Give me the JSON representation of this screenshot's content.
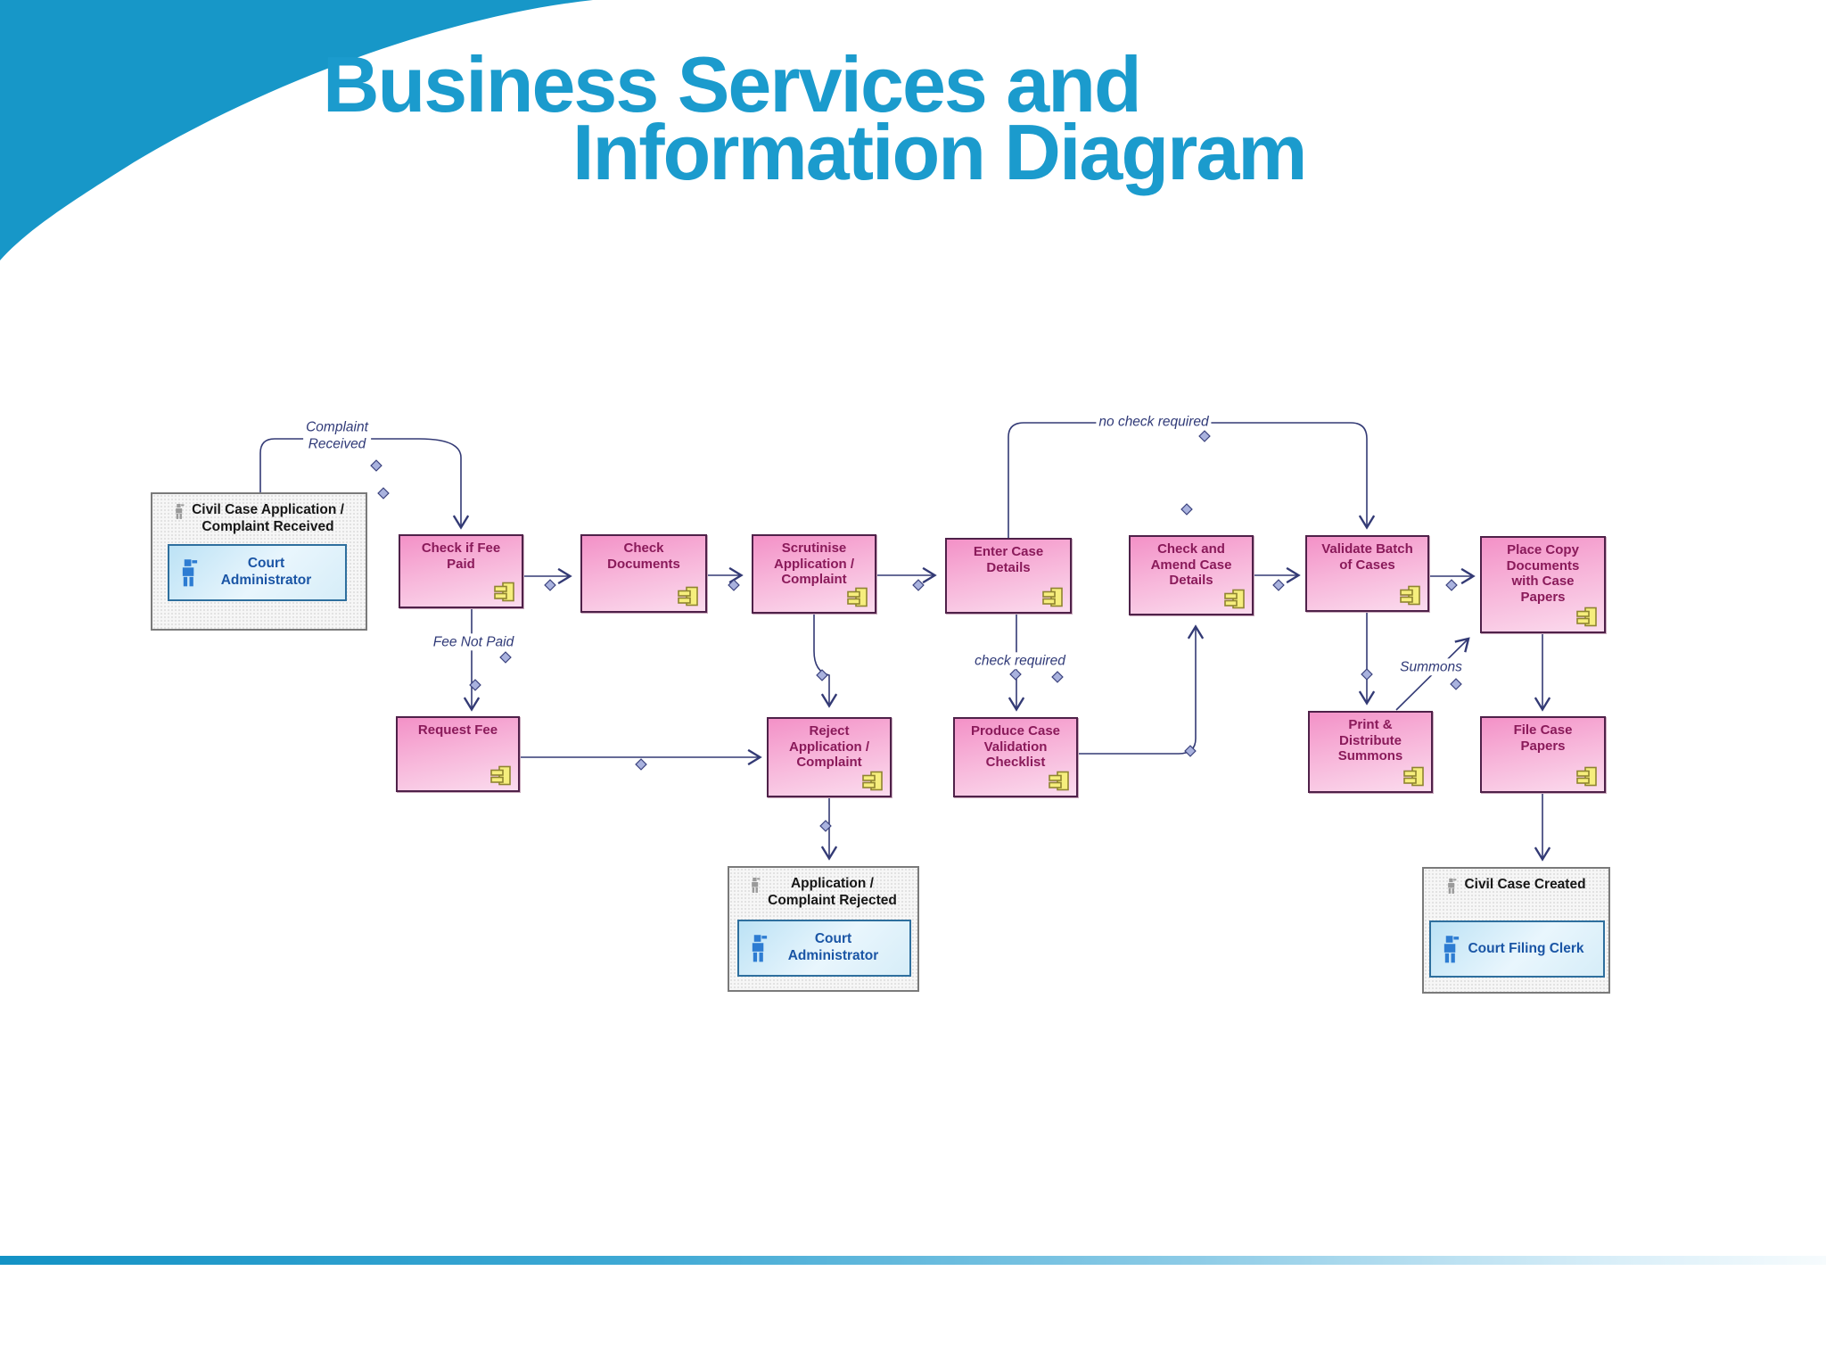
{
  "slide": {
    "title_line1": "Business Services and",
    "title_line2": "Information Diagram"
  },
  "colors": {
    "accent_blue": "#1B9BCD",
    "corner_blue": "#1797C8",
    "process_fill_top": "#F391C7",
    "process_fill_bottom": "#FBDCEE",
    "process_text": "#8A1A5A",
    "edge_line": "#333A75",
    "actor_inner_fill": "#BCE2F5",
    "component_icon": "#F6EE7D"
  },
  "diagram": {
    "processes": {
      "check_fee": "Check if Fee\nPaid",
      "check_docs": "Check\nDocuments",
      "scrutinise": "Scrutinise\nApplication /\nComplaint",
      "enter_case": "Enter Case\nDetails",
      "check_amend": "Check and\nAmend Case\nDetails",
      "validate_batch": "Validate Batch\nof Cases",
      "place_copy": "Place Copy\nDocuments\nwith Case\nPapers",
      "request_fee": "Request Fee",
      "reject_app": "Reject\nApplication /\nComplaint",
      "produce_checklist": "Produce Case\nValidation\nChecklist",
      "print_summons": "Print &\nDistribute\nSummons",
      "file_papers": "File Case\nPapers"
    },
    "actors": {
      "civil_received": {
        "title": "Civil Case Application /\nComplaint Received",
        "actor": "Court\nAdministrator"
      },
      "complaint_rejected": {
        "title": "Application /\nComplaint Rejected",
        "actor": "Court\nAdministrator"
      },
      "case_created": {
        "title": "Civil Case Created",
        "actor": "Court Filing Clerk"
      }
    },
    "edge_labels": {
      "complaint_received": "Complaint\nReceived",
      "fee_not_paid": "Fee Not Paid",
      "no_check_required": "no check required",
      "check_required": "check required",
      "summons": "Summons"
    }
  }
}
